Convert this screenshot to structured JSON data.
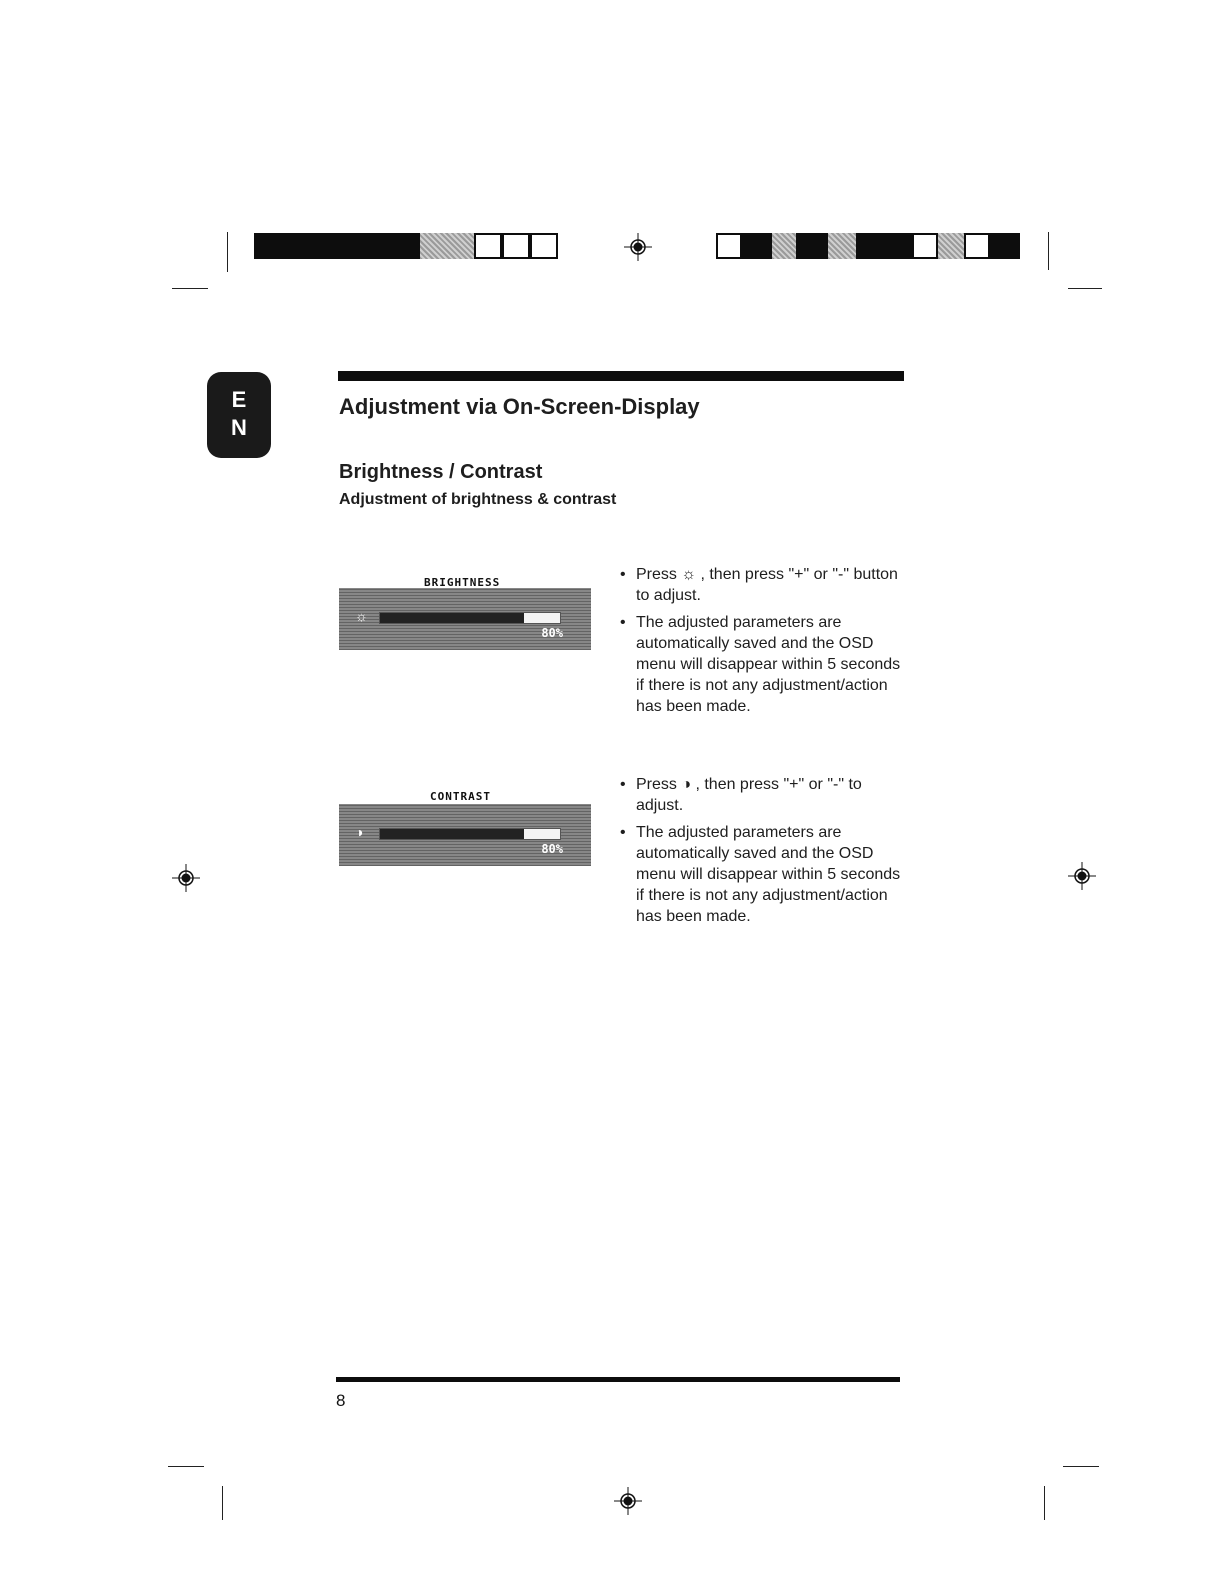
{
  "language_tab": {
    "line1": "E",
    "line2": "N"
  },
  "heading": "Adjustment via On-Screen-Display",
  "section_title": "Brightness / Contrast",
  "section_subtitle": "Adjustment of brightness & contrast",
  "brightness": {
    "osd_label": "BRIGHTNESS",
    "percent_text": "80%",
    "level": 0.8,
    "bullets": [
      "Press ☼ , then press \"+\" or \"-\" button to adjust.",
      "The adjusted parameters are automatically saved and the OSD menu will disappear within 5 seconds if there is not any adjustment/action has been made."
    ]
  },
  "contrast": {
    "osd_label": "CONTRAST",
    "percent_text": "80%",
    "level": 0.8,
    "bullets": [
      "Press ◑ , then press \"+\" or \"-\" to adjust.",
      "The adjusted parameters are automatically saved and the OSD menu will disappear within 5 seconds if there is not any adjustment/action has been made."
    ]
  },
  "page_number": "8",
  "icons": {
    "brightness": "sun-icon",
    "contrast": "half-circle-icon",
    "registration": "registration-mark-icon"
  }
}
